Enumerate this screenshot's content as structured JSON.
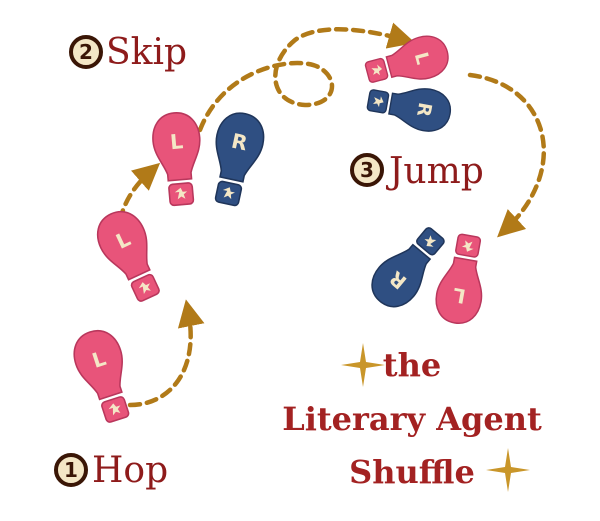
{
  "colors": {
    "pink": "#e8547a",
    "pink_dark": "#b9375c",
    "blue": "#2f4f82",
    "blue_dark": "#1f355a",
    "path": "#b17a18",
    "label": "#8e1b1b",
    "badge_fill": "#f4e7c6",
    "badge_ring": "#3a1606",
    "sparkle": "#c9962a"
  },
  "steps": [
    {
      "number": "1",
      "label": "Hop"
    },
    {
      "number": "2",
      "label": "Skip"
    },
    {
      "number": "3",
      "label": "Jump"
    }
  ],
  "footprint_letters": {
    "left": "L",
    "right": "R"
  },
  "title": {
    "line1": "the",
    "line2": "Literary Agent",
    "line3": "Shuffle"
  },
  "icons": [
    "footprint-icon",
    "star-icon",
    "sparkle-icon",
    "dotted-arrow-icon"
  ]
}
